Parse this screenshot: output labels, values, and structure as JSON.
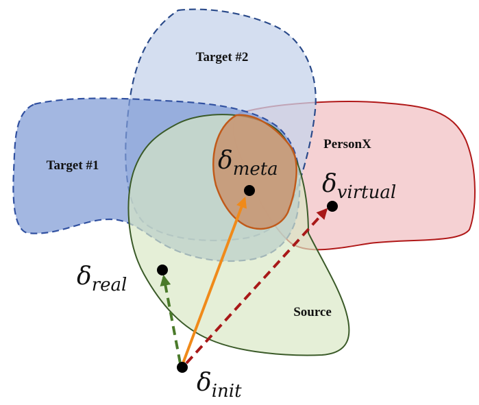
{
  "regions": {
    "target2": {
      "label": "Target #2",
      "fill": "#c5d3eb",
      "stroke": "#2a4a8a"
    },
    "target1": {
      "label": "Target #1",
      "fill": "#7f9bd6",
      "stroke": "#3050a0"
    },
    "personx": {
      "label": "PersonX",
      "fill": "#f1c2c4",
      "stroke": "#b01818"
    },
    "source": {
      "label": "Source",
      "fill": "#d8e8c4",
      "stroke": "#3a5a28"
    },
    "meta_region": {
      "fill": "#c8906a",
      "stroke": "#c05a1a"
    }
  },
  "points": {
    "init": {
      "symbol": "δ",
      "subscript": "init"
    },
    "real": {
      "symbol": "δ",
      "subscript": "real"
    },
    "meta": {
      "symbol": "δ",
      "subscript": "meta"
    },
    "virtual": {
      "symbol": "δ",
      "subscript": "virtual"
    }
  },
  "arrows": {
    "to_real": {
      "color": "#4a7a2a",
      "style": "dashed"
    },
    "to_meta": {
      "color": "#f08a1a",
      "style": "solid"
    },
    "to_virtual": {
      "color": "#a81818",
      "style": "dashed"
    }
  }
}
